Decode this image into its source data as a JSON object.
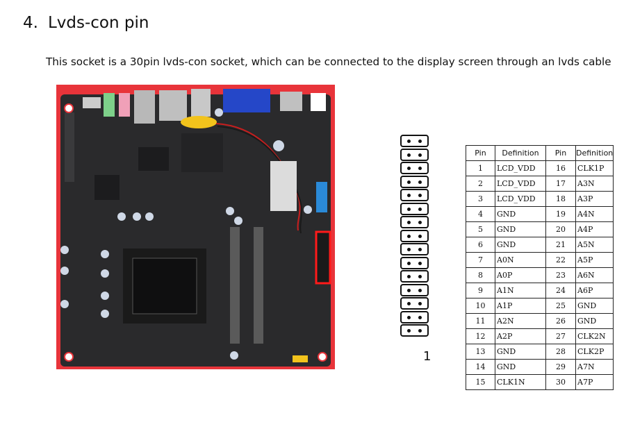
{
  "section": {
    "number": "4.",
    "title": "Lvds-con pin"
  },
  "description": "This socket is a 30pin lvds-con socket, which can be connected to the display screen through an lvds cable",
  "header_diagram": {
    "rows": 15,
    "pin1_label": "1"
  },
  "colors": {
    "board_red": "#e8343a",
    "highlight": "#ff1a1a",
    "board_dark": "#2a2a2c"
  },
  "table": {
    "headers": [
      "Pin",
      "Definition",
      "Pin",
      "Definition"
    ],
    "rows": [
      [
        "1",
        "LCD_VDD",
        "16",
        "CLK1P"
      ],
      [
        "2",
        "LCD_VDD",
        "17",
        "A3N"
      ],
      [
        "3",
        "LCD_VDD",
        "18",
        "A3P"
      ],
      [
        "4",
        "GND",
        "19",
        "A4N"
      ],
      [
        "5",
        "GND",
        "20",
        "A4P"
      ],
      [
        "6",
        "GND",
        "21",
        "A5N"
      ],
      [
        "7",
        "A0N",
        "22",
        "A5P"
      ],
      [
        "8",
        "A0P",
        "23",
        "A6N"
      ],
      [
        "9",
        "A1N",
        "24",
        "A6P"
      ],
      [
        "10",
        "A1P",
        "25",
        "GND"
      ],
      [
        "11",
        "A2N",
        "26",
        "GND"
      ],
      [
        "12",
        "A2P",
        "27",
        "CLK2N"
      ],
      [
        "13",
        "GND",
        "28",
        "CLK2P"
      ],
      [
        "14",
        "GND",
        "29",
        "A7N"
      ],
      [
        "15",
        "CLK1N",
        "30",
        "A7P"
      ]
    ]
  }
}
